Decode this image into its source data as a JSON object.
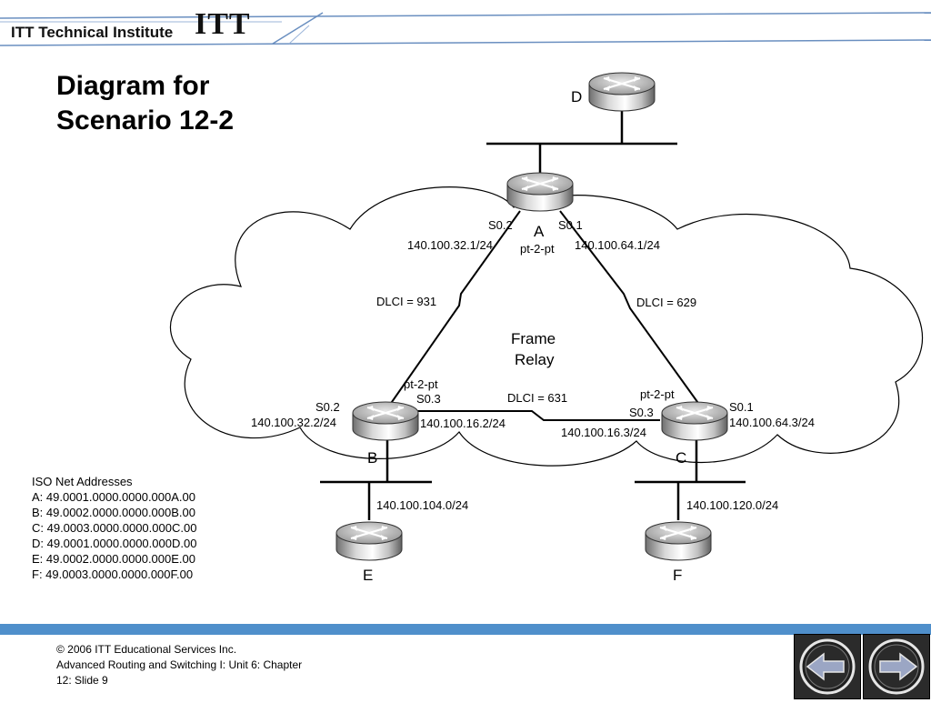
{
  "header": {
    "institute": "ITT Technical Institute",
    "logo": "ITT"
  },
  "title": {
    "line1": "Diagram for",
    "line2": "Scenario 12-2"
  },
  "diagram": {
    "cloud_label_1": "Frame",
    "cloud_label_2": "Relay",
    "routers": {
      "A": {
        "name": "A",
        "if_left": "S0.2",
        "if_right": "S0.1",
        "ip_left": "140.100.32.1/24",
        "ip_right": "140.100.64.1/24",
        "type": "pt-2-pt"
      },
      "B": {
        "name": "B",
        "if_left": "S0.2",
        "ip_left": "140.100.32.2/24",
        "type": "pt-2-pt",
        "if_sub": "S0.3",
        "ip_sub": "140.100.16.2/24"
      },
      "C": {
        "name": "C",
        "if_right": "S0.1",
        "ip_right": "140.100.64.3/24",
        "type": "pt-2-pt",
        "if_sub": "S0.3",
        "ip_sub": "140.100.16.3/24"
      },
      "D": {
        "name": "D"
      },
      "E": {
        "name": "E"
      },
      "F": {
        "name": "F"
      }
    },
    "dlci_ab": "DLCI = 931",
    "dlci_ac": "DLCI = 629",
    "dlci_bc": "DLCI = 631",
    "lan_b": "140.100.104.0/24",
    "lan_c": "140.100.120.0/24"
  },
  "iso": {
    "title": "ISO Net Addresses",
    "lines": [
      "A: 49.0001.0000.0000.000A.00",
      "B: 49.0002.0000.0000.000B.00",
      "C: 49.0003.0000.0000.000C.00",
      "D: 49.0001.0000.0000.000D.00",
      "E: 49.0002.0000.0000.000E.00",
      "F: 49.0003.0000.0000.000F.00"
    ]
  },
  "footer": {
    "line1": "© 2006 ITT Educational Services Inc.",
    "line2": "Advanced Routing and Switching I: Unit 6: Chapter",
    "line3": "12: Slide 9"
  },
  "nav": {
    "back_icon": "arrow-left-icon",
    "forward_icon": "arrow-right-icon"
  },
  "colors": {
    "accent_blue": "#4f8fcb",
    "header_lines": "#6a8fc0",
    "nav_bg": "#2b2b2b"
  }
}
